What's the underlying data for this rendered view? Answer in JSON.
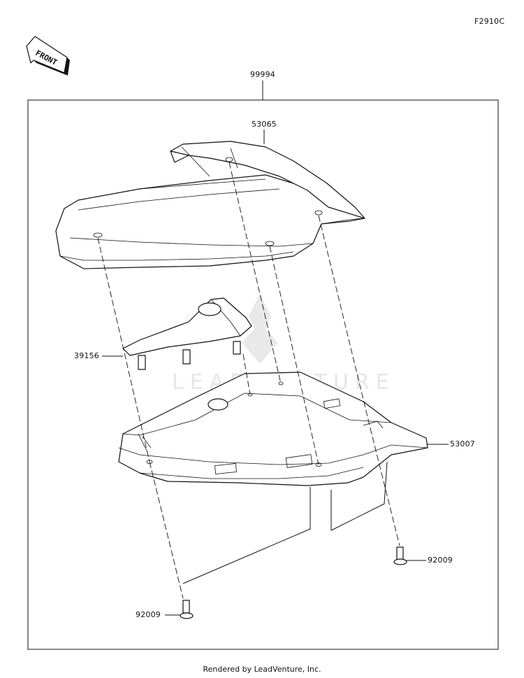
{
  "diagram_code": "F2910C",
  "front_label": "FRONT",
  "watermark_text": "LEADVENTURE",
  "parts": {
    "kit": "99994",
    "seat_cover": "53065",
    "bracket": "39156",
    "base_plate": "53007",
    "bolt_right": "92009",
    "bolt_left": "92009"
  },
  "footer": "Rendered by LeadVenture, Inc."
}
